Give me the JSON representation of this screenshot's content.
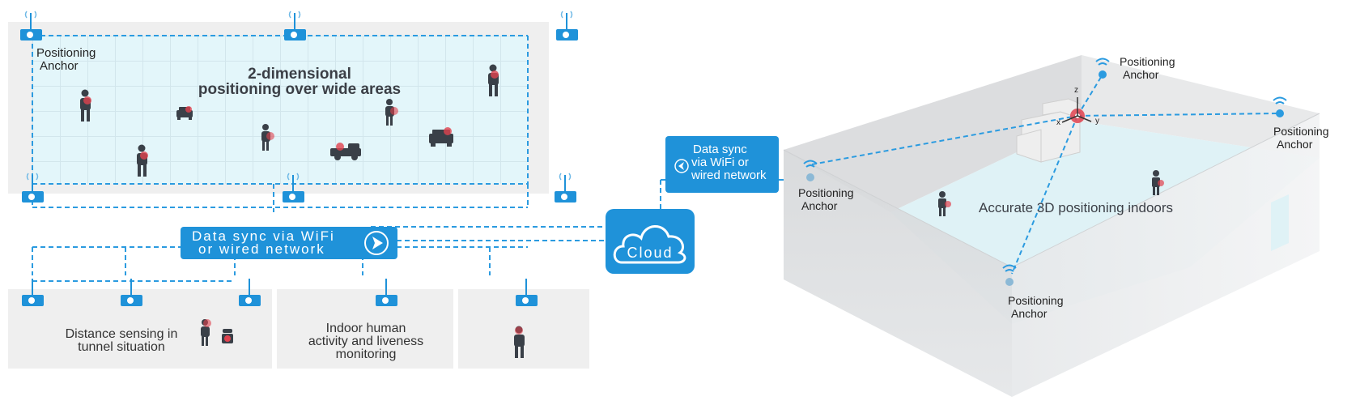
{
  "colors": {
    "accent_blue": "#1f92d9",
    "dashed_line": "#2b9be0",
    "grid_fill": "#e3f6fa",
    "panel_gray": "#efefef",
    "figure_dark": "#3a4048",
    "tag_red": "#e0424f"
  },
  "left_diagram": {
    "title_line1": "2-dimensional",
    "title_line2": "positioning over wide areas",
    "anchor_label_line1": "Positioning",
    "anchor_label_line2": "Anchor",
    "sync_button": {
      "line1": "Data sync via WiFi",
      "line2": "or wired network",
      "icon": "arrow-right-circle-icon"
    }
  },
  "bottom_panels": [
    {
      "caption_lines": [
        "Distance sensing in",
        "tunnel situation"
      ]
    },
    {
      "caption_lines": [
        "Indoor human",
        "activity and liveness",
        "monitoring"
      ]
    },
    {
      "caption_lines": []
    }
  ],
  "cloud": {
    "label": "Cloud",
    "icon": "cloud-icon"
  },
  "right_sync": {
    "line1": "Data sync",
    "line2": "via WiFi or",
    "line3": "wired network",
    "icon": "arrow-left-circle-icon"
  },
  "room_3d": {
    "title": "Accurate 3D positioning indoors",
    "axes": [
      "x",
      "y",
      "z"
    ],
    "anchors": [
      {
        "line1": "Positioning",
        "line2": "Anchor"
      },
      {
        "line1": "Positioning",
        "line2": "Anchor"
      },
      {
        "line1": "Positioning",
        "line2": "Anchor"
      },
      {
        "line1": "Positioning",
        "line2": "Anchor"
      }
    ]
  }
}
